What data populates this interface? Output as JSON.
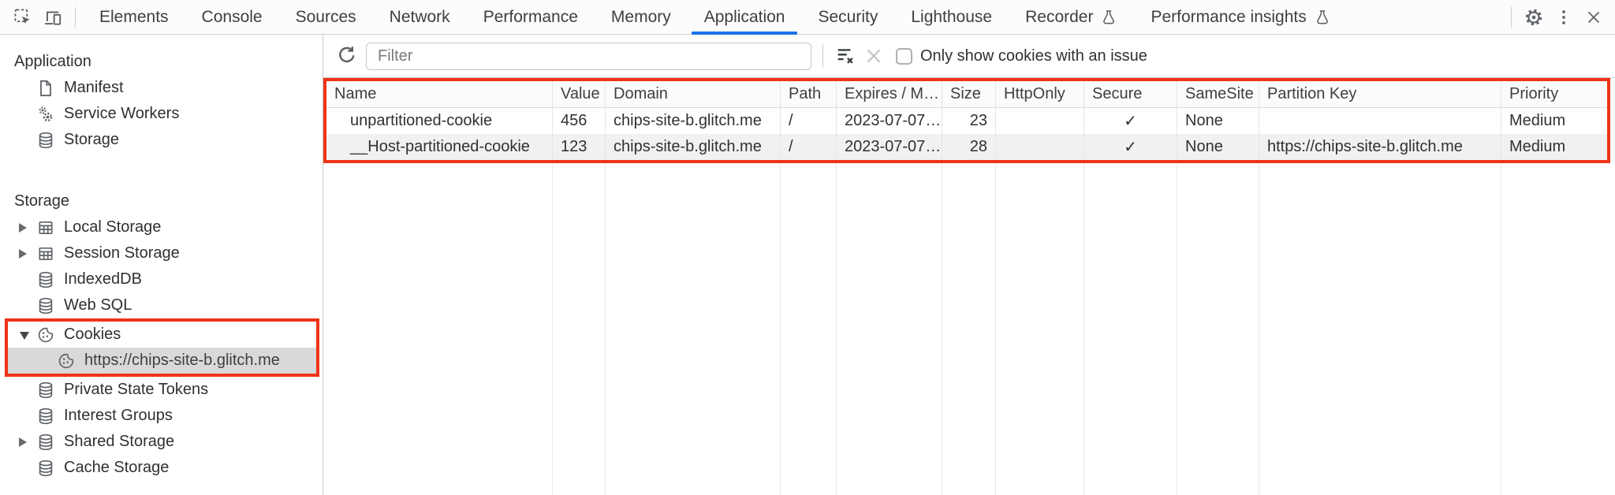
{
  "tabbar": {
    "tabs": [
      "Elements",
      "Console",
      "Sources",
      "Network",
      "Performance",
      "Memory",
      "Application",
      "Security",
      "Lighthouse",
      "Recorder",
      "Performance insights"
    ],
    "active_tab": "Application"
  },
  "sidebar": {
    "sections": [
      {
        "title": "Application",
        "items": [
          {
            "label": "Manifest",
            "icon": "document-icon"
          },
          {
            "label": "Service Workers",
            "icon": "service-workers-icon"
          },
          {
            "label": "Storage",
            "icon": "database-icon"
          }
        ]
      },
      {
        "title": "Storage",
        "items": [
          {
            "label": "Local Storage",
            "icon": "table-icon",
            "expander": "collapsed"
          },
          {
            "label": "Session Storage",
            "icon": "table-icon",
            "expander": "collapsed"
          },
          {
            "label": "IndexedDB",
            "icon": "database-icon"
          },
          {
            "label": "Web SQL",
            "icon": "database-icon"
          },
          {
            "label": "Cookies",
            "icon": "cookie-icon",
            "expander": "expanded",
            "annotated": true
          },
          {
            "label": "https://chips-site-b.glitch.me",
            "icon": "cookie-icon",
            "selected": true,
            "annotated": true
          },
          {
            "label": "Private State Tokens",
            "icon": "database-icon"
          },
          {
            "label": "Interest Groups",
            "icon": "database-icon"
          },
          {
            "label": "Shared Storage",
            "icon": "database-icon",
            "expander": "collapsed"
          },
          {
            "label": "Cache Storage",
            "icon": "database-icon"
          }
        ]
      }
    ]
  },
  "cookies_toolbar": {
    "filter_placeholder": "Filter",
    "filter_value": "",
    "only_show_label": "Only show cookies with an issue",
    "checkbox_checked": false
  },
  "cookies_table": {
    "columns": [
      "Name",
      "Value",
      "Domain",
      "Path",
      "Expires / M…",
      "Size",
      "HttpOnly",
      "Secure",
      "SameSite",
      "Partition Key",
      "Priority"
    ],
    "rows": [
      {
        "name": "unpartitioned-cookie",
        "value": "456",
        "domain": "chips-site-b.glitch.me",
        "path": "/",
        "expires": "2023-07-07…",
        "size": "23",
        "http_only": "",
        "secure": "✓",
        "same_site": "None",
        "partition_key": "",
        "priority": "Medium"
      },
      {
        "name": "__Host-partitioned-cookie",
        "value": "123",
        "domain": "chips-site-b.glitch.me",
        "path": "/",
        "expires": "2023-07-07…",
        "size": "28",
        "http_only": "",
        "secure": "✓",
        "same_site": "None",
        "partition_key": "https://chips-site-b.glitch.me",
        "priority": "Medium"
      }
    ]
  },
  "icons": {
    "inspect-icon": "dashed box with cursor arrow",
    "device-toolbar-icon": "laptop and phone",
    "flask-icon": "experimental beaker",
    "gear-icon": "settings gear",
    "kebab-menu-icon": "vertical three dots",
    "close-icon": "x",
    "refresh-icon": "circular arrow",
    "clear-filter-icon": "lines with x",
    "delete-icon": "x (disabled)",
    "expander-collapsed": "▶",
    "expander-expanded": "▼"
  },
  "colors": {
    "accent_blue": "#1a73e8",
    "annotation_red": "#ef3317",
    "selected_row_bg": "#d9d9d9",
    "alt_row_bg": "#f1f1f1"
  }
}
